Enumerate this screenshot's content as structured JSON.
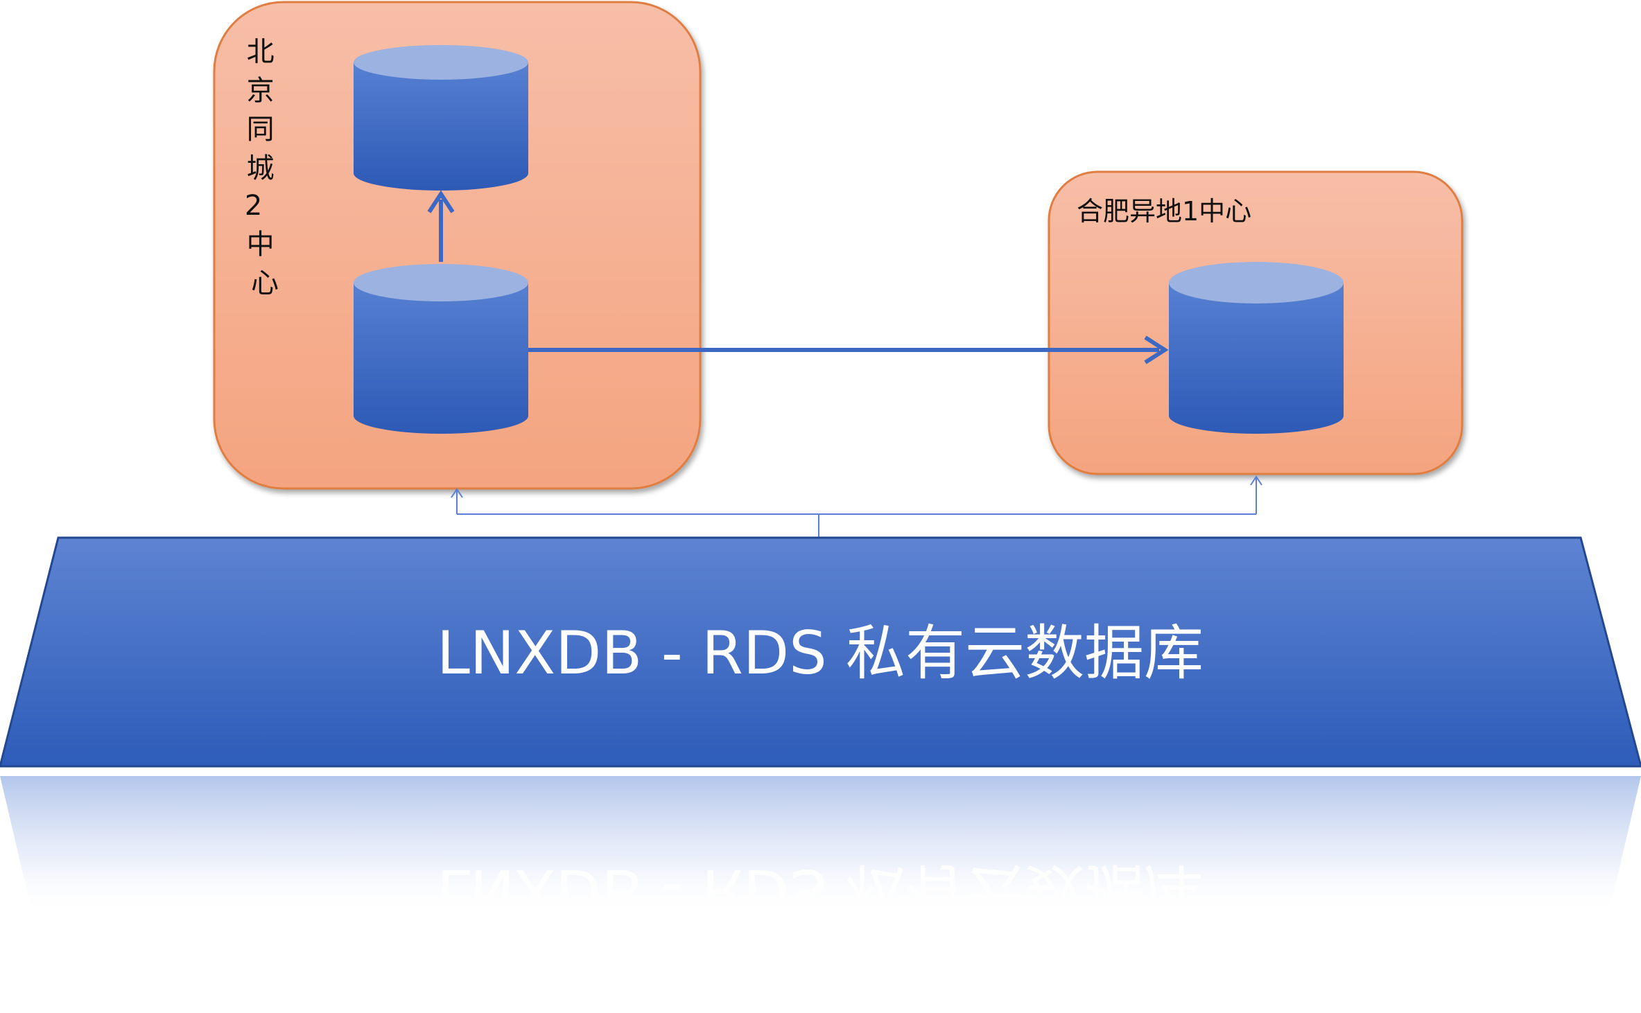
{
  "regions": {
    "beijing": {
      "label_chars": [
        "北",
        "京",
        "同",
        "城",
        "2",
        "中",
        "心"
      ],
      "databases": [
        "primary",
        "replica"
      ]
    },
    "hefei": {
      "label": "合肥异地1中心",
      "databases": [
        "replica"
      ]
    }
  },
  "platform": {
    "label": "LNXDB - RDS 私有云数据库"
  },
  "colors": {
    "region_fill_top": "#F7BDA6",
    "region_fill_bottom": "#F4A683",
    "region_border": "#E07A3C",
    "db_top": "#9DB3E0",
    "db_body_top": "#4E78CC",
    "db_body_bottom": "#2F5CB8",
    "arrow": "#3C68C4",
    "platform_top": "#5B80CF",
    "platform_bottom": "#2E5DBA",
    "connector": "#5B7FD6"
  }
}
